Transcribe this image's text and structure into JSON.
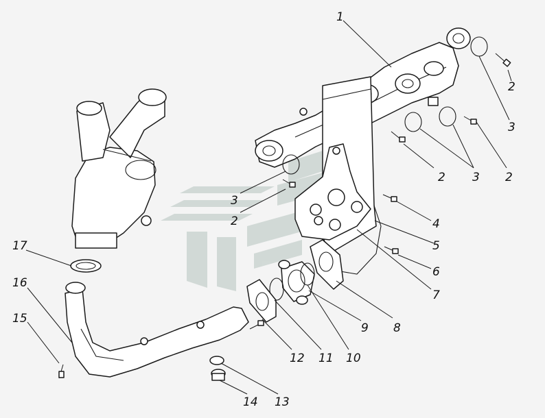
{
  "callouts": {
    "c1": "1",
    "c2a": "2",
    "c2b": "2",
    "c2c": "2",
    "c2d": "2",
    "c3a": "3",
    "c3b": "3",
    "c3c": "3",
    "c4": "4",
    "c5": "5",
    "c6": "6",
    "c7": "7",
    "c8": "8",
    "c9": "9",
    "c10": "10",
    "c11": "11",
    "c12": "12",
    "c13": "13",
    "c14": "14",
    "c15": "15",
    "c16": "16",
    "c17": "17"
  }
}
